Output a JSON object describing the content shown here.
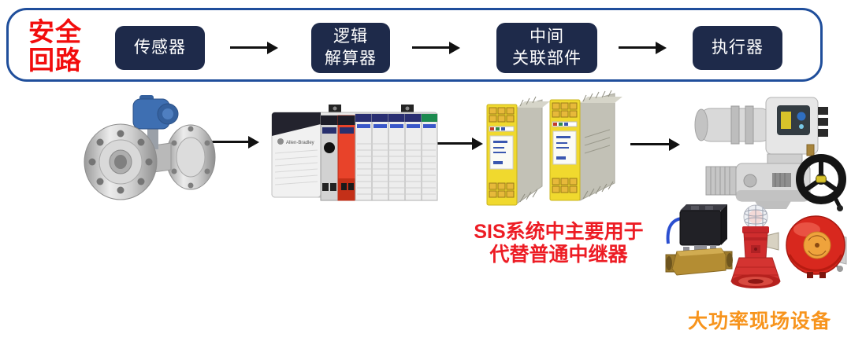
{
  "banner": {
    "title": "安全\n回路",
    "steps": [
      {
        "label": "传感器"
      },
      {
        "label": "逻辑\n解算器"
      },
      {
        "label": "中间\n关联部件"
      },
      {
        "label": "执行器"
      }
    ]
  },
  "plc": {
    "brand": "Allen-Bradley"
  },
  "notes": {
    "relay_note": "SIS系统中主要用于\n代替普通中继器",
    "field_devices_label": "大功率现场设备"
  },
  "colors": {
    "banner_border_blue": "#1F4E9B",
    "step_box_navy": "#1E2A4A",
    "accent_red": "#ED1C24",
    "accent_orange": "#F7941D",
    "arrow_black": "#111111",
    "relay_yellow": "#F0D92E",
    "brass_gold": "#B48D33",
    "alarm_red": "#D0302E"
  },
  "images": {
    "sensor_photo": "vortex-flowmeter",
    "logic_solver_photo": "controllogix-plc-rack",
    "interposing_photo": "safety-relay-modules",
    "actuator_photo": "electric-valve-actuator",
    "field_device_photos": [
      "solenoid-valve",
      "sounder-beacon",
      "fire-alarm-bell"
    ]
  }
}
